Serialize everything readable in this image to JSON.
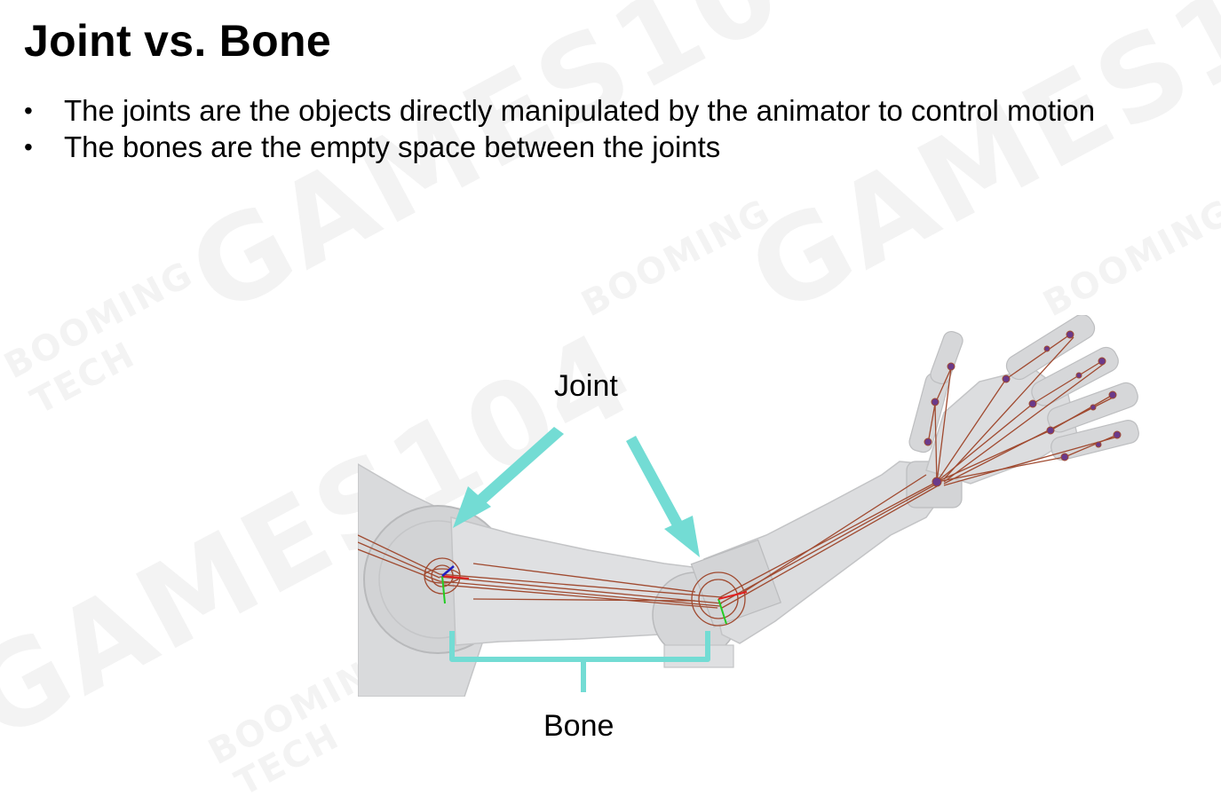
{
  "slide": {
    "title": "Joint vs. Bone",
    "bullets": [
      "The joints are the objects directly manipulated by the animator to control motion",
      "The bones are the empty space between the joints"
    ]
  },
  "figure": {
    "joint_label": "Joint",
    "bone_label": "Bone",
    "colors": {
      "arrow": "#73dcd4",
      "skeleton_line": "#a04a30",
      "mesh": "#d7d8da",
      "mesh_outline": "#c3c4c6"
    },
    "icons": [
      "joint-arrow-icon",
      "bone-bracket-icon"
    ]
  },
  "watermarks": {
    "brand": "GAMES104",
    "tag_line1": "BOOMING",
    "tag_line2": "TECH"
  }
}
